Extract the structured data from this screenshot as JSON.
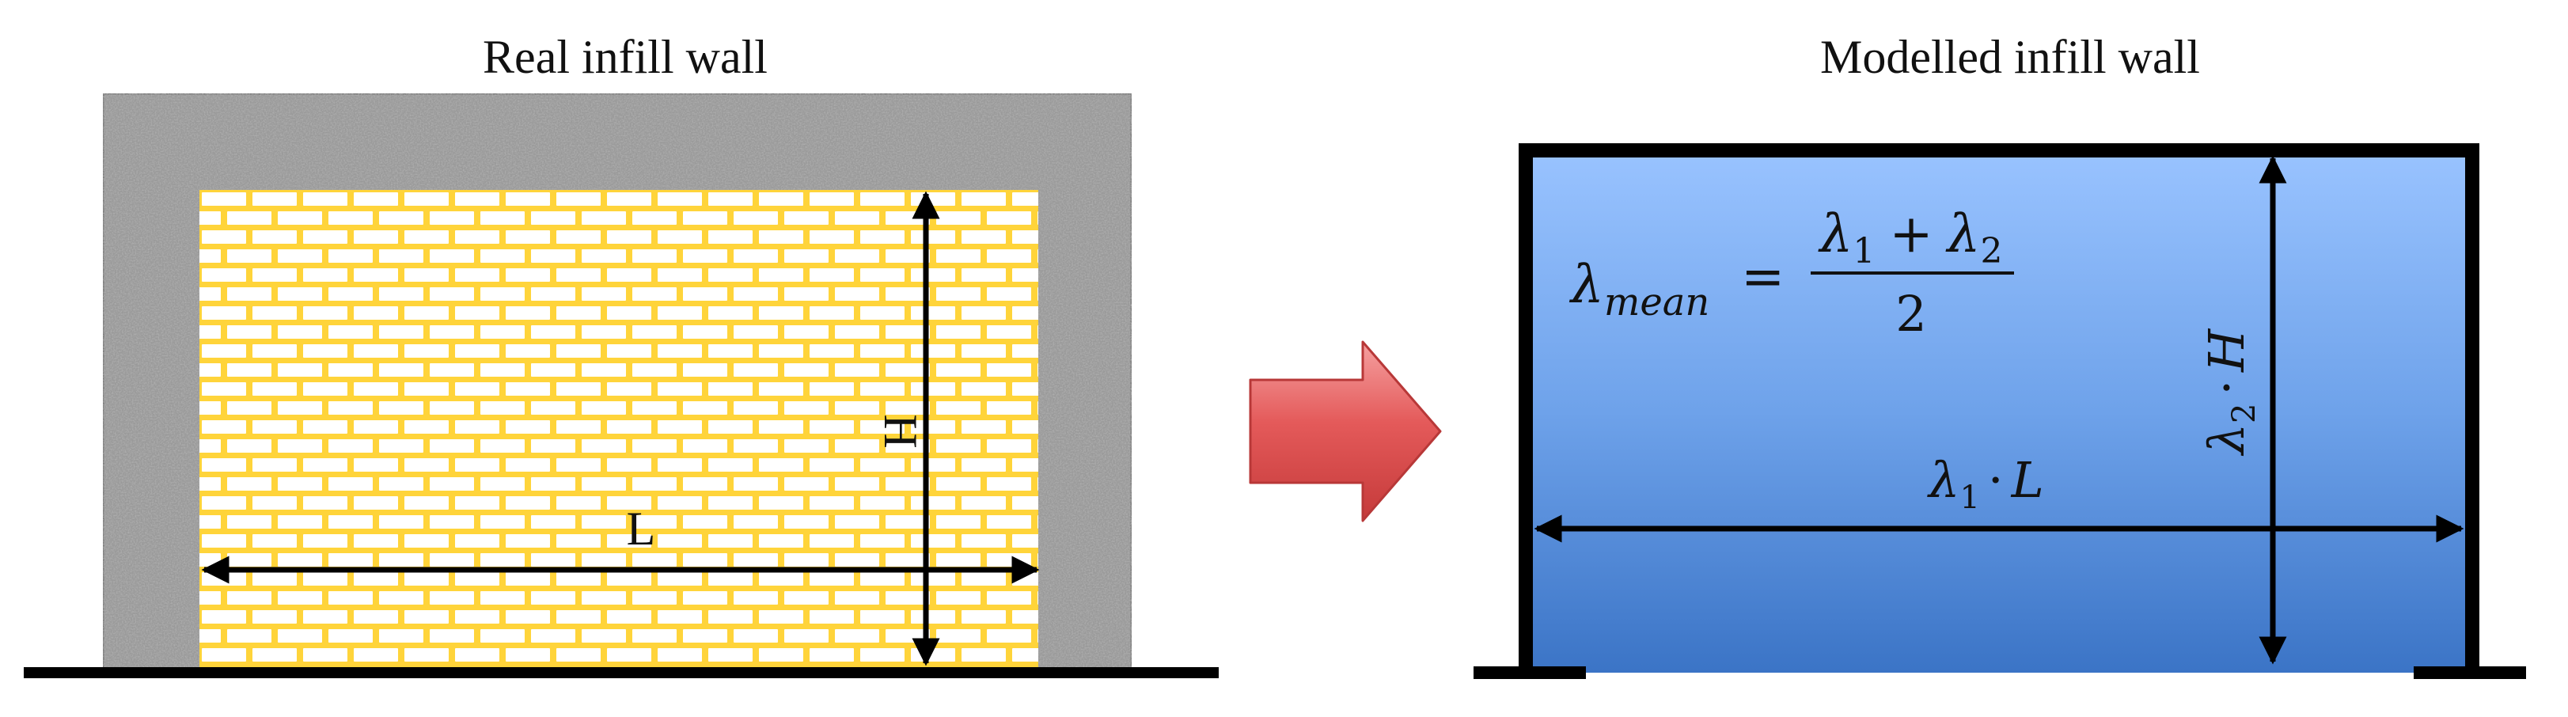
{
  "left_panel": {
    "title": "Real infill wall",
    "length_label": "L",
    "height_label": "H"
  },
  "right_panel": {
    "title": "Modelled infill wall",
    "formula": {
      "lhs_symbol": "λ",
      "lhs_subscript": "mean",
      "equals": "=",
      "numerator_symbol_1": "λ",
      "numerator_sub_1": "1",
      "plus": "+",
      "numerator_symbol_2": "λ",
      "numerator_sub_2": "2",
      "denominator": "2"
    },
    "length_label": {
      "symbol": "λ",
      "subscript": "1",
      "operator": "·",
      "variable": "L"
    },
    "height_label": {
      "symbol": "λ",
      "subscript": "2",
      "operator": "·",
      "variable": "H"
    }
  },
  "colors": {
    "frame_concrete": "#9a9a9a",
    "brick_fill": "#ffd43a",
    "mortar": "#ffffff",
    "model_top": "#96c0ff",
    "model_bottom": "#3d78c9",
    "arrow_fill": "#e45a5a",
    "ink": "#000000"
  }
}
